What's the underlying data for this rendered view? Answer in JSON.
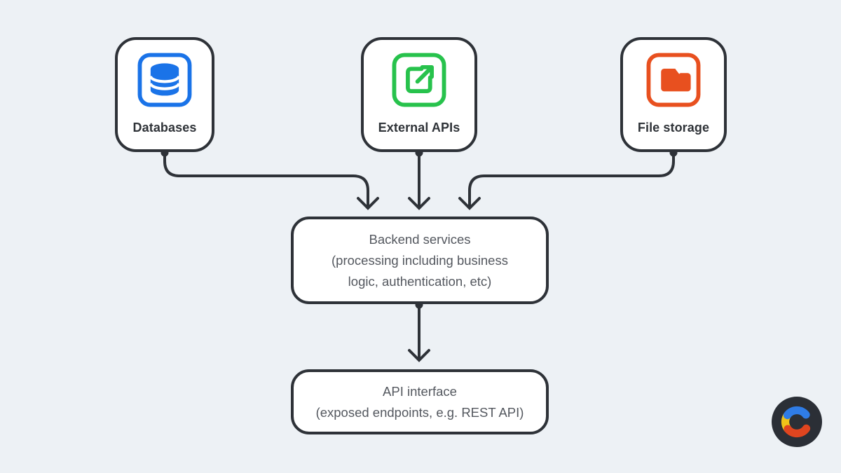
{
  "colors": {
    "background": "#edf1f5",
    "box_fill": "#ffffff",
    "box_border": "#2e3238",
    "connector": "#2e3238",
    "text_primary": "#2f3338",
    "text_secondary": "#54585f",
    "database_blue": "#1a73e8",
    "external_green": "#27c24c",
    "folder_orange": "#e8501f",
    "logo_background": "#2b2f36",
    "logo_blue": "#2f7ce6",
    "logo_yellow": "#f0c419",
    "logo_red": "#e0451f"
  },
  "diagram": {
    "top_nodes": [
      {
        "label": "Databases",
        "icon": "database-icon"
      },
      {
        "label": "External APIs",
        "icon": "external-link-icon"
      },
      {
        "label": "File storage",
        "icon": "folder-icon"
      }
    ],
    "backend_node": {
      "lines": [
        "Backend services",
        "(processing including business",
        "logic, authentication, etc)"
      ]
    },
    "api_node": {
      "lines": [
        "API interface",
        "(exposed endpoints, e.g. REST API)"
      ]
    }
  }
}
